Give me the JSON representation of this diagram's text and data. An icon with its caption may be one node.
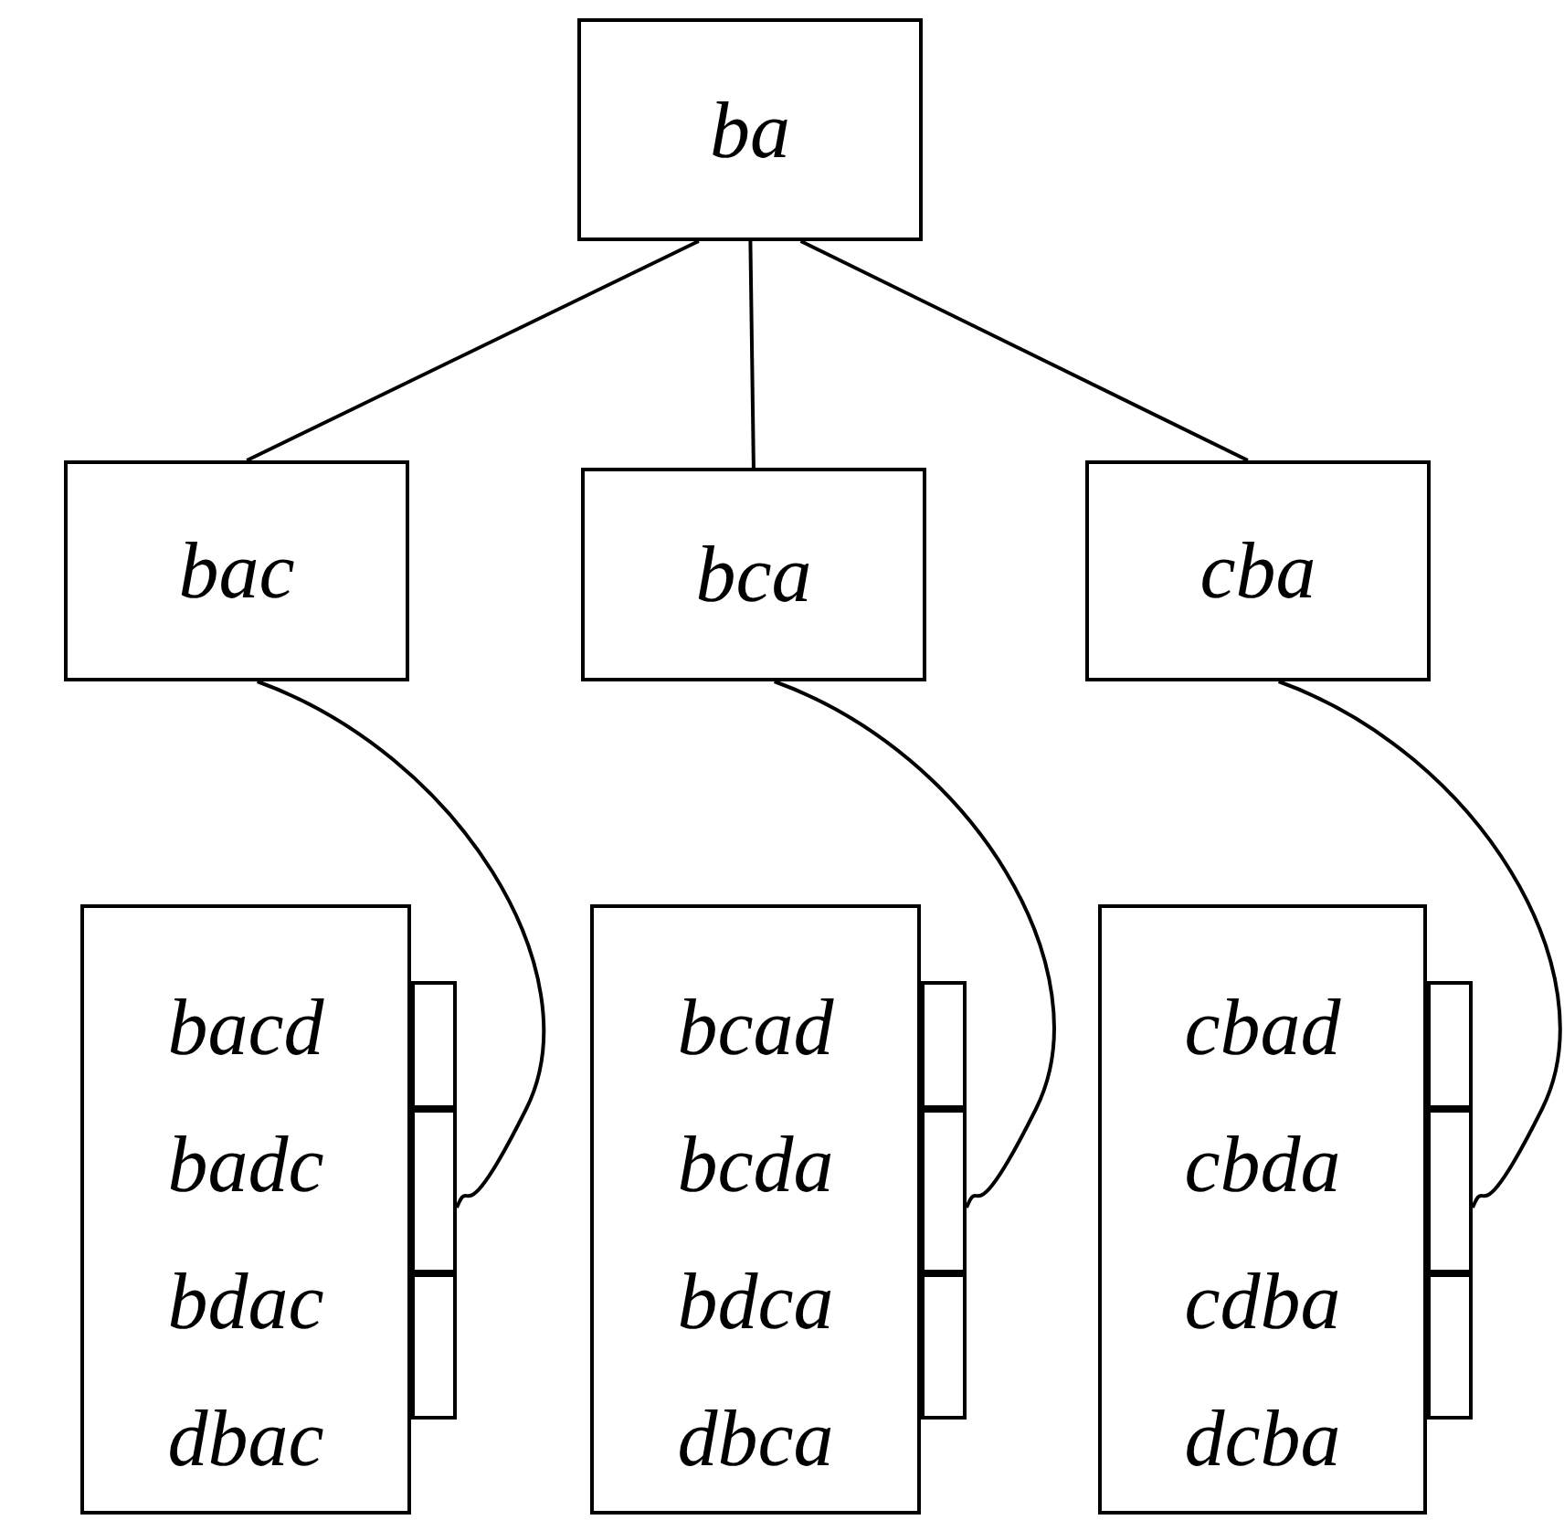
{
  "diagram": {
    "nodes": [
      {
        "text": [
          "ba"
        ]
      },
      {
        "text": [
          "bac"
        ]
      },
      {
        "text": [
          "bca"
        ]
      },
      {
        "text": [
          "cba"
        ]
      },
      {
        "text": [
          "bacd",
          "badc",
          "bdac",
          "dbac"
        ]
      },
      {
        "text": [],
        "shape": "box"
      },
      {
        "text": [],
        "shape": "box"
      },
      {
        "text": [],
        "shape": "box"
      },
      {
        "text": [
          "bcad",
          "bcda",
          "bdca",
          "dbca"
        ]
      },
      {
        "text": [],
        "shape": "box"
      },
      {
        "text": [],
        "shape": "box"
      },
      {
        "text": [],
        "shape": "box"
      },
      {
        "text": [
          "cbad",
          "cbda",
          "cdba",
          "dcba"
        ]
      },
      {
        "text": [],
        "shape": "box"
      },
      {
        "text": [],
        "shape": "box"
      },
      {
        "text": [],
        "shape": "box"
      }
    ],
    "edges": [
      {
        "from": 0,
        "to": 1,
        "arrow": "none"
      },
      {
        "from": 0,
        "to": 2,
        "arrow": "none"
      },
      {
        "from": 0,
        "to": 3,
        "arrow": "none"
      },
      {
        "from": 1,
        "to": 6,
        "arrow": "none"
      },
      {
        "from": 2,
        "to": 10,
        "arrow": "none"
      },
      {
        "from": 3,
        "to": 14,
        "arrow": "none"
      }
    ]
  }
}
